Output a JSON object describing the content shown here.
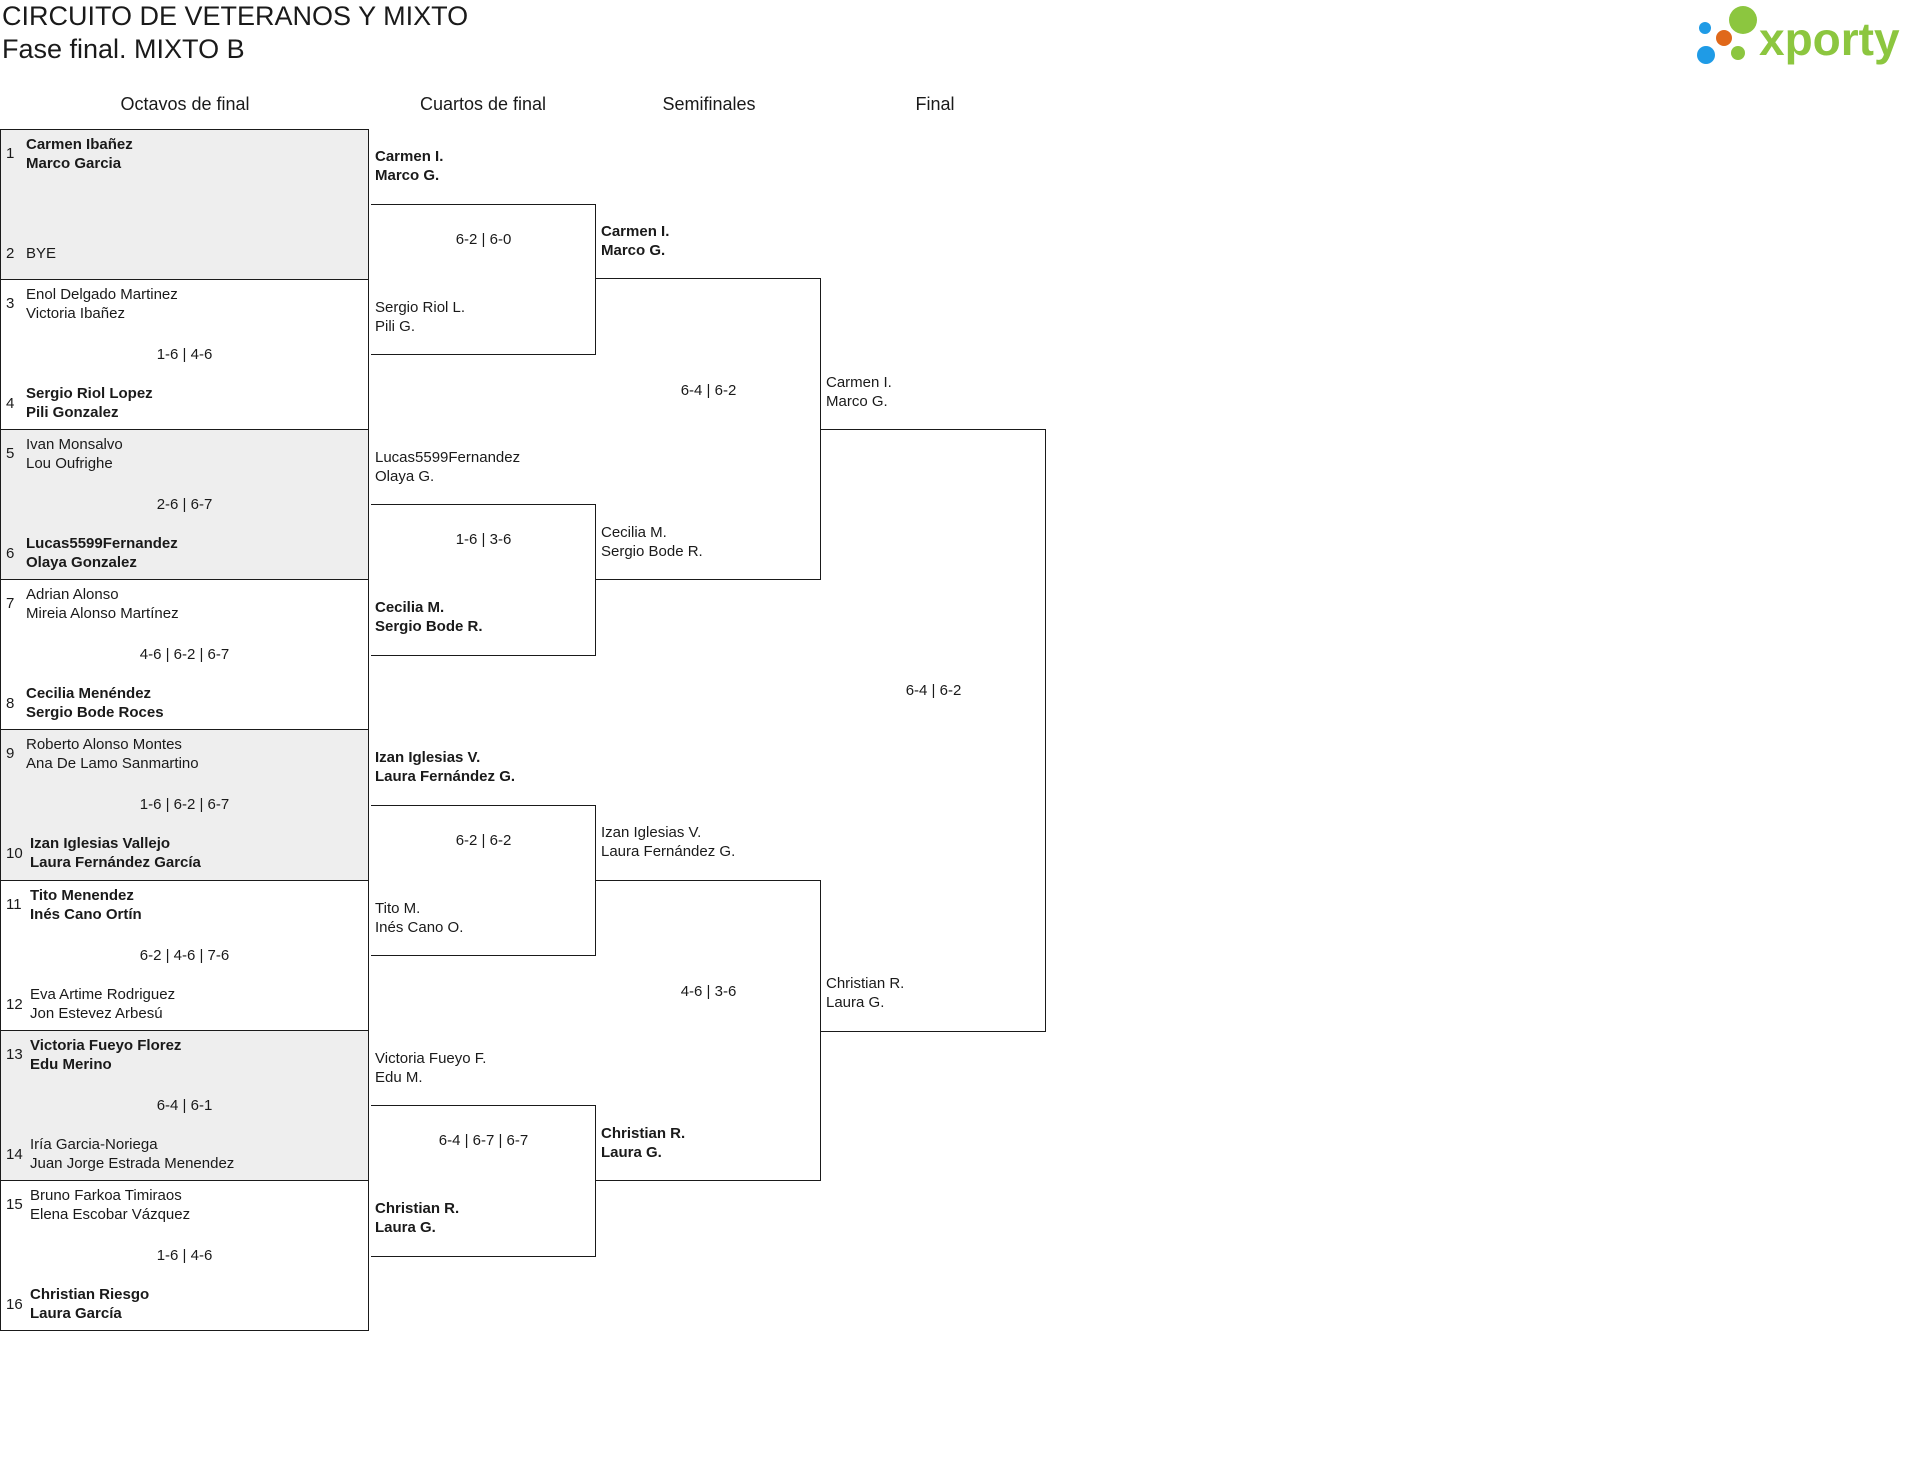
{
  "header": {
    "title_line1": "CIRCUITO DE VETERANOS Y MIXTO",
    "title_line2": "Fase final. MIXTO B",
    "logo_text": "xporty",
    "logo_colors": [
      "#1f9be6",
      "#e0681a",
      "#8cc63f"
    ]
  },
  "rounds": [
    "Octavos de final",
    "Cuartos de final",
    "Semifinales",
    "Final"
  ],
  "first_round": [
    {
      "seed_top": "1",
      "seed_bottom": "2",
      "top": [
        "Carmen Ibañez",
        "Marco Garcia"
      ],
      "bottom": [
        "BYE"
      ],
      "score": "",
      "winner": "top"
    },
    {
      "seed_top": "3",
      "seed_bottom": "4",
      "top": [
        "Enol Delgado Martinez",
        "Victoria Ibañez"
      ],
      "bottom": [
        "Sergio Riol Lopez",
        "Pili Gonzalez"
      ],
      "score": "1-6 | 4-6",
      "winner": "bottom"
    },
    {
      "seed_top": "5",
      "seed_bottom": "6",
      "top": [
        "Ivan Monsalvo",
        "Lou Oufrighe"
      ],
      "bottom": [
        "Lucas5599Fernandez",
        "Olaya Gonzalez"
      ],
      "score": "2-6 | 6-7",
      "winner": "bottom"
    },
    {
      "seed_top": "7",
      "seed_bottom": "8",
      "top": [
        "Adrian Alonso",
        "Mireia Alonso Martínez"
      ],
      "bottom": [
        "Cecilia Menéndez",
        "Sergio Bode Roces"
      ],
      "score": "4-6 | 6-2 | 6-7",
      "winner": "bottom"
    },
    {
      "seed_top": "9",
      "seed_bottom": "10",
      "top": [
        "Roberto Alonso Montes",
        "Ana De Lamo Sanmartino"
      ],
      "bottom": [
        "Izan Iglesias Vallejo",
        "Laura Fernández García"
      ],
      "score": "1-6 | 6-2 | 6-7",
      "winner": "bottom"
    },
    {
      "seed_top": "11",
      "seed_bottom": "12",
      "top": [
        "Tito Menendez",
        "Inés Cano Ortín"
      ],
      "bottom": [
        "Eva Artime Rodriguez",
        "Jon Estevez Arbesú"
      ],
      "score": "6-2 | 4-6 | 7-6",
      "winner": "top"
    },
    {
      "seed_top": "13",
      "seed_bottom": "14",
      "top": [
        "Victoria Fueyo Florez",
        "Edu Merino"
      ],
      "bottom": [
        "Iría Garcia-Noriega",
        "Juan Jorge Estrada Menendez"
      ],
      "score": "6-4 | 6-1",
      "winner": "top"
    },
    {
      "seed_top": "15",
      "seed_bottom": "16",
      "top": [
        "Bruno Farkoa Timiraos",
        "Elena Escobar Vázquez"
      ],
      "bottom": [
        "Christian Riesgo",
        "Laura García"
      ],
      "score": "1-6 | 4-6",
      "winner": "bottom"
    }
  ],
  "quarterfinals": [
    {
      "top": [
        "Carmen I.",
        "Marco G."
      ],
      "bottom": [
        "Sergio Riol L.",
        "Pili G."
      ],
      "score": "6-2 | 6-0",
      "winner": "top"
    },
    {
      "top": [
        "Lucas5599Fernandez",
        "Olaya G."
      ],
      "bottom": [
        "Cecilia M.",
        "Sergio Bode R."
      ],
      "score": "1-6 | 3-6",
      "winner": "bottom"
    },
    {
      "top": [
        "Izan Iglesias V.",
        "Laura Fernández G."
      ],
      "bottom": [
        "Tito M.",
        "Inés Cano O."
      ],
      "score": "6-2 | 6-2",
      "winner": "top"
    },
    {
      "top": [
        "Victoria Fueyo F.",
        "Edu M."
      ],
      "bottom": [
        "Christian R.",
        "Laura G."
      ],
      "score": "6-4 | 6-7 | 6-7",
      "winner": "bottom"
    }
  ],
  "semifinals": [
    {
      "top": [
        "Carmen I.",
        "Marco G."
      ],
      "bottom": [
        "Cecilia M.",
        "Sergio Bode R."
      ],
      "score": "6-4 | 6-2",
      "winner": "top"
    },
    {
      "top": [
        "Izan Iglesias V.",
        "Laura Fernández G."
      ],
      "bottom": [
        "Christian R.",
        "Laura G."
      ],
      "score": "4-6 | 3-6",
      "winner": "bottom"
    }
  ],
  "final": [
    {
      "top": [
        "Carmen I.",
        "Marco G."
      ],
      "bottom": [
        "Christian R.",
        "Laura G."
      ],
      "score": "6-4 | 6-2",
      "winner": ""
    }
  ]
}
